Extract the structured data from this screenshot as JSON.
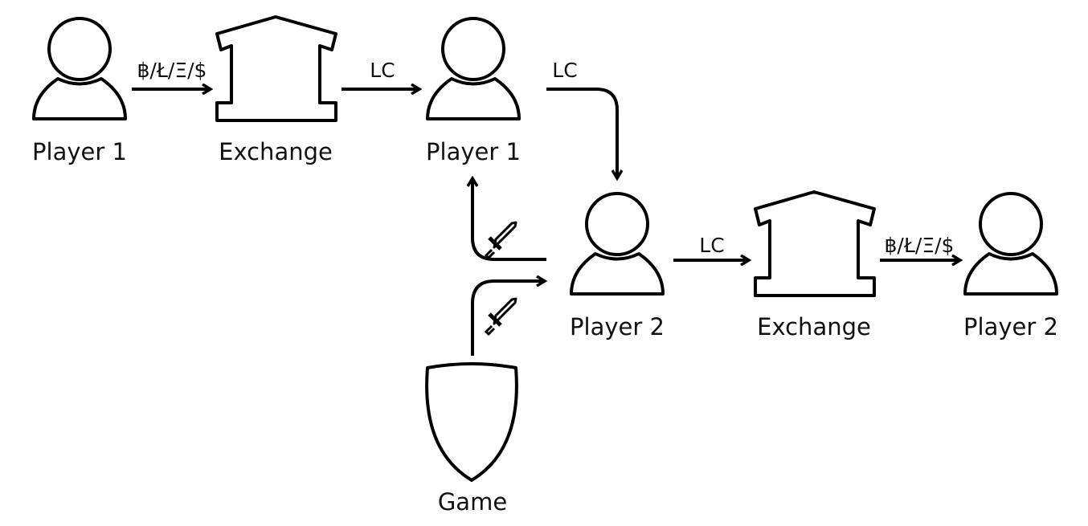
{
  "nodes": {
    "player1_start": "Player 1",
    "exchange1": "Exchange",
    "player1_mid": "Player 1",
    "player2_mid": "Player 2",
    "exchange2": "Exchange",
    "player2_end": "Player 2",
    "game": "Game"
  },
  "edges": {
    "p1_to_exchange": "฿/Ł/Ξ/$",
    "exchange_to_p1": "LC",
    "p1_to_p2": "LC",
    "p2_to_exchange": "LC",
    "exchange_to_p2": "฿/Ł/Ξ/$"
  },
  "icons": {
    "item": "sword-icon",
    "person": "person-icon",
    "exchange": "building-icon",
    "game": "shield-icon"
  }
}
